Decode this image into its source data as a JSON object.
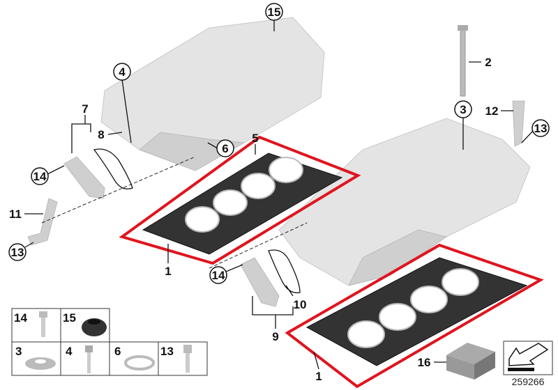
{
  "diagram": {
    "title": "Cylinder head gasket / cylinder head parts",
    "colors": {
      "highlight": "#e0141e",
      "part": "#e4e4e4"
    },
    "callouts": {
      "c15_top": "15",
      "c4": "4",
      "c7": "7",
      "c8": "8",
      "c6": "6",
      "c5": "5",
      "c14_left": "14",
      "c11": "11",
      "c13_left": "13",
      "c1_upper": "1",
      "c2": "2",
      "c3": "3",
      "c12": "12",
      "c13_right": "13",
      "c14_mid": "14",
      "c10": "10",
      "c9": "9",
      "c1_lower": "1",
      "c16": "16"
    },
    "legend_cells": [
      "14",
      "15",
      "3",
      "4",
      "6",
      "13"
    ],
    "reference_number": "259266"
  }
}
